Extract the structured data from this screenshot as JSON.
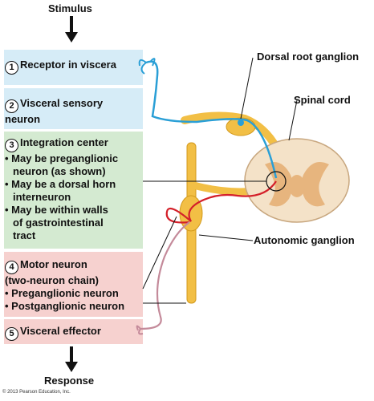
{
  "header": {
    "stimulus": "Stimulus",
    "response": "Response"
  },
  "steps": [
    {
      "number": "1",
      "title": "Receptor in viscera"
    },
    {
      "number": "2",
      "title": "Visceral sensory",
      "title2": "neuron"
    },
    {
      "number": "3",
      "title": "Integration center",
      "bullets": [
        "May be preganglionic",
        "neuron (as shown)",
        "May be a dorsal horn",
        "interneuron",
        "May be within walls",
        "of gastrointestinal",
        "tract"
      ]
    },
    {
      "number": "4",
      "title": "Motor neuron",
      "title2": "(two-neuron chain)",
      "bullets": [
        "Preganglionic neuron",
        "Postganglionic neuron"
      ]
    },
    {
      "number": "5",
      "title": "Visceral effector"
    }
  ],
  "labels": {
    "drg": "Dorsal root ganglion",
    "spinal": "Spinal cord",
    "auto": "Autonomic ganglion"
  },
  "colors": {
    "blue_box": "#d6ecf7",
    "green_box": "#d4ead1",
    "pink_box": "#f6d1cf",
    "sensory": "#2a9fd6",
    "motor": "#d4202a",
    "post": "#c48a9a",
    "nerve": "#f2bf45"
  },
  "copyright": "© 2013 Pearson Education, Inc."
}
